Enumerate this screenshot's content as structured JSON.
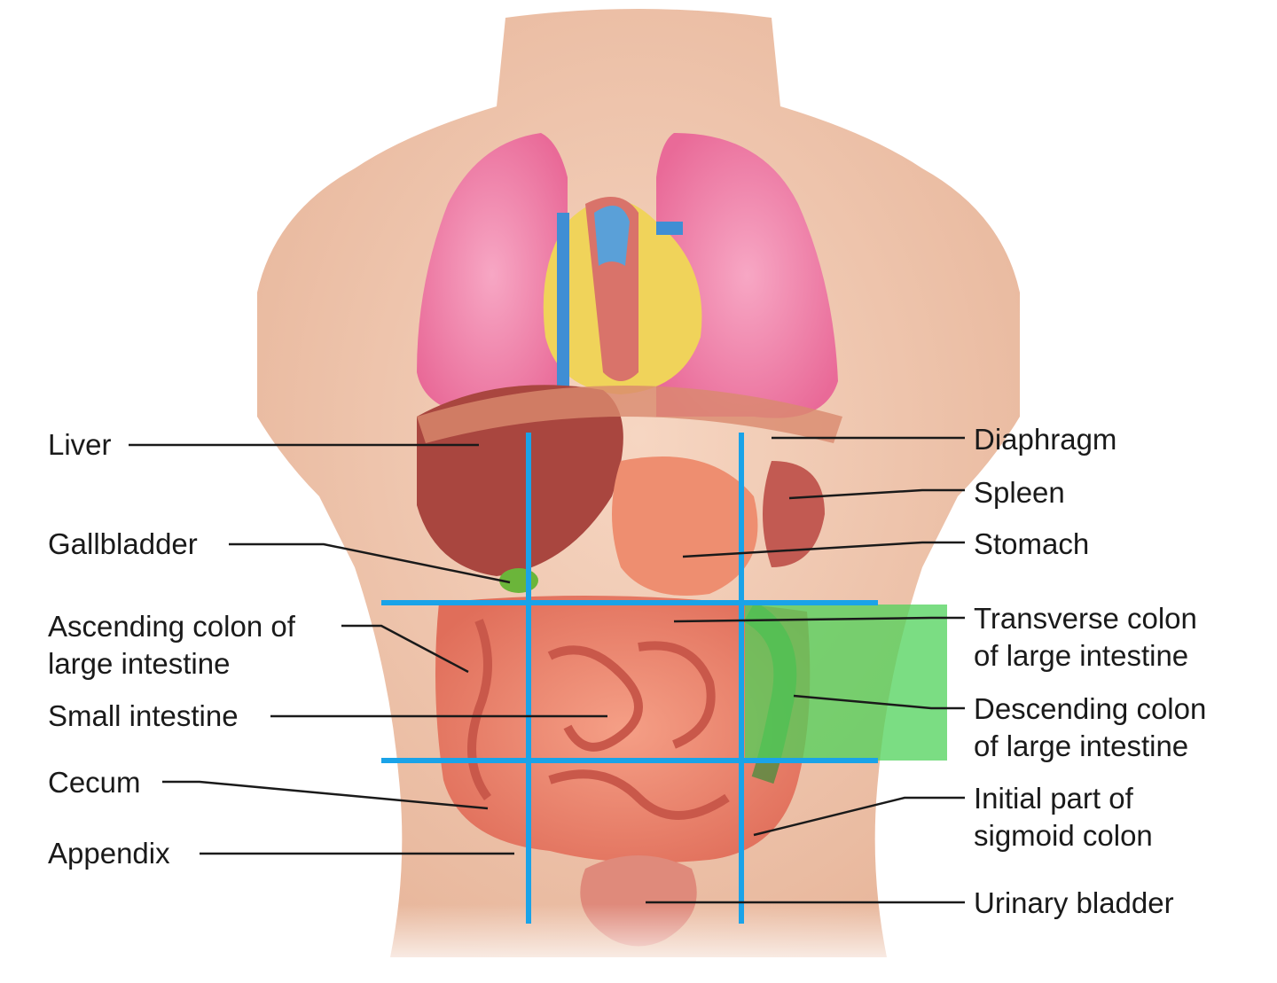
{
  "labels_left": [
    {
      "id": "liver",
      "text": "Liver"
    },
    {
      "id": "gallbladder",
      "text": "Gallbladder"
    },
    {
      "id": "ascending-colon",
      "text": "Ascending colon of\nlarge intestine"
    },
    {
      "id": "small-intestine",
      "text": "Small intestine"
    },
    {
      "id": "cecum",
      "text": "Cecum"
    },
    {
      "id": "appendix",
      "text": "Appendix"
    }
  ],
  "labels_right": [
    {
      "id": "diaphragm",
      "text": "Diaphragm"
    },
    {
      "id": "spleen",
      "text": "Spleen"
    },
    {
      "id": "stomach",
      "text": "Stomach"
    },
    {
      "id": "transverse-colon",
      "text": "Transverse colon\nof large intestine"
    },
    {
      "id": "descending-colon",
      "text": "Descending colon\nof large intestine"
    },
    {
      "id": "sigmoid-colon",
      "text": "Initial part of\nsigmoid colon"
    },
    {
      "id": "urinary-bladder",
      "text": "Urinary bladder"
    }
  ],
  "colors": {
    "grid_lines": "#1aa3e8",
    "highlight_region": "#4fd15a",
    "skin": "#f1c9b0",
    "lung": "#ef8fb0",
    "intestine": "#e88070",
    "liver": "#a9463f",
    "leader_lines": "#1a1a1a"
  },
  "highlighted_region": "left lower... upper-left of right column (descending colon area)"
}
